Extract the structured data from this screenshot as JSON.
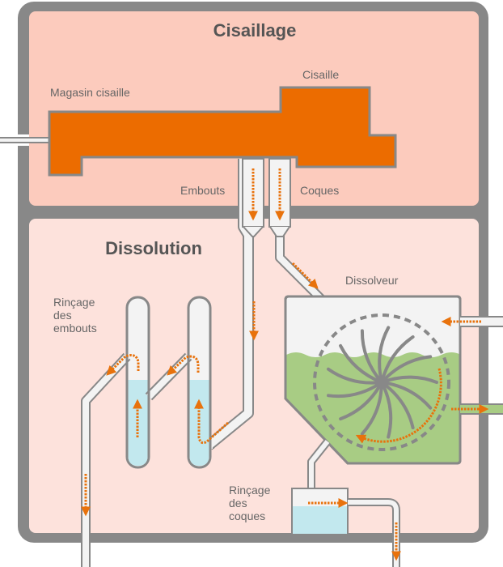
{
  "diagram": {
    "sections": {
      "shearing": {
        "title": "Cisaillage"
      },
      "dissolution": {
        "title": "Dissolution"
      }
    },
    "labels": {
      "shear_store": "Magasin cisaille",
      "shear": "Cisaille",
      "end_caps": "Embouts",
      "hulls": "Coques",
      "dissolver": "Dissolveur",
      "end_caps_rinse": [
        "Rinçage",
        "des",
        "embouts"
      ],
      "hulls_rinse": [
        "Rinçage",
        "des",
        "coques"
      ]
    },
    "colors": {
      "frame": "#888888",
      "shearing_bg": "#fccbbd",
      "dissolution_bg": "#fde2dc",
      "machine": "#ec6c00",
      "flow": "#e8720c",
      "liquid_green": "#a8cc84",
      "liquid_blue": "#c2e8ee",
      "pipe_fill": "#f3f3f3",
      "wheel": "#888888"
    }
  }
}
